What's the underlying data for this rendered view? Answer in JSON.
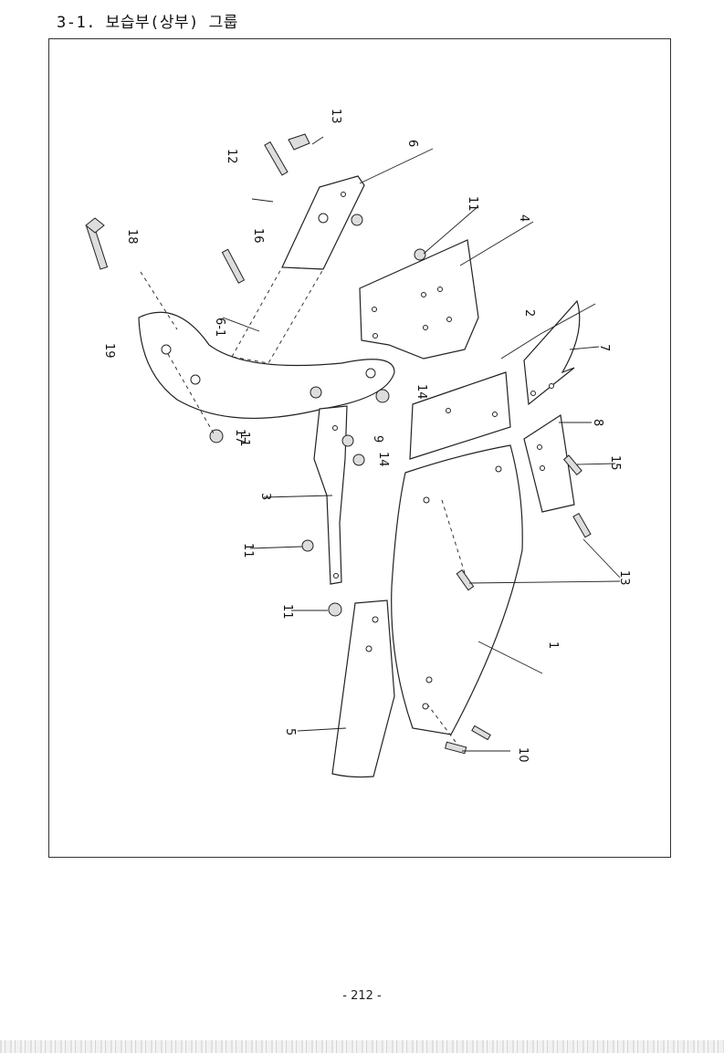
{
  "header": {
    "title": "3-1. 보습부(상부) 그룹"
  },
  "diagram": {
    "callouts": [
      "1",
      "2",
      "3",
      "4",
      "5",
      "6",
      "6-1",
      "7",
      "8",
      "9",
      "10",
      "11",
      "11",
      "11",
      "11",
      "12",
      "13",
      "13",
      "14",
      "14",
      "15",
      "16",
      "17",
      "18",
      "19"
    ]
  },
  "footer": {
    "page_number": "- 212 -"
  }
}
